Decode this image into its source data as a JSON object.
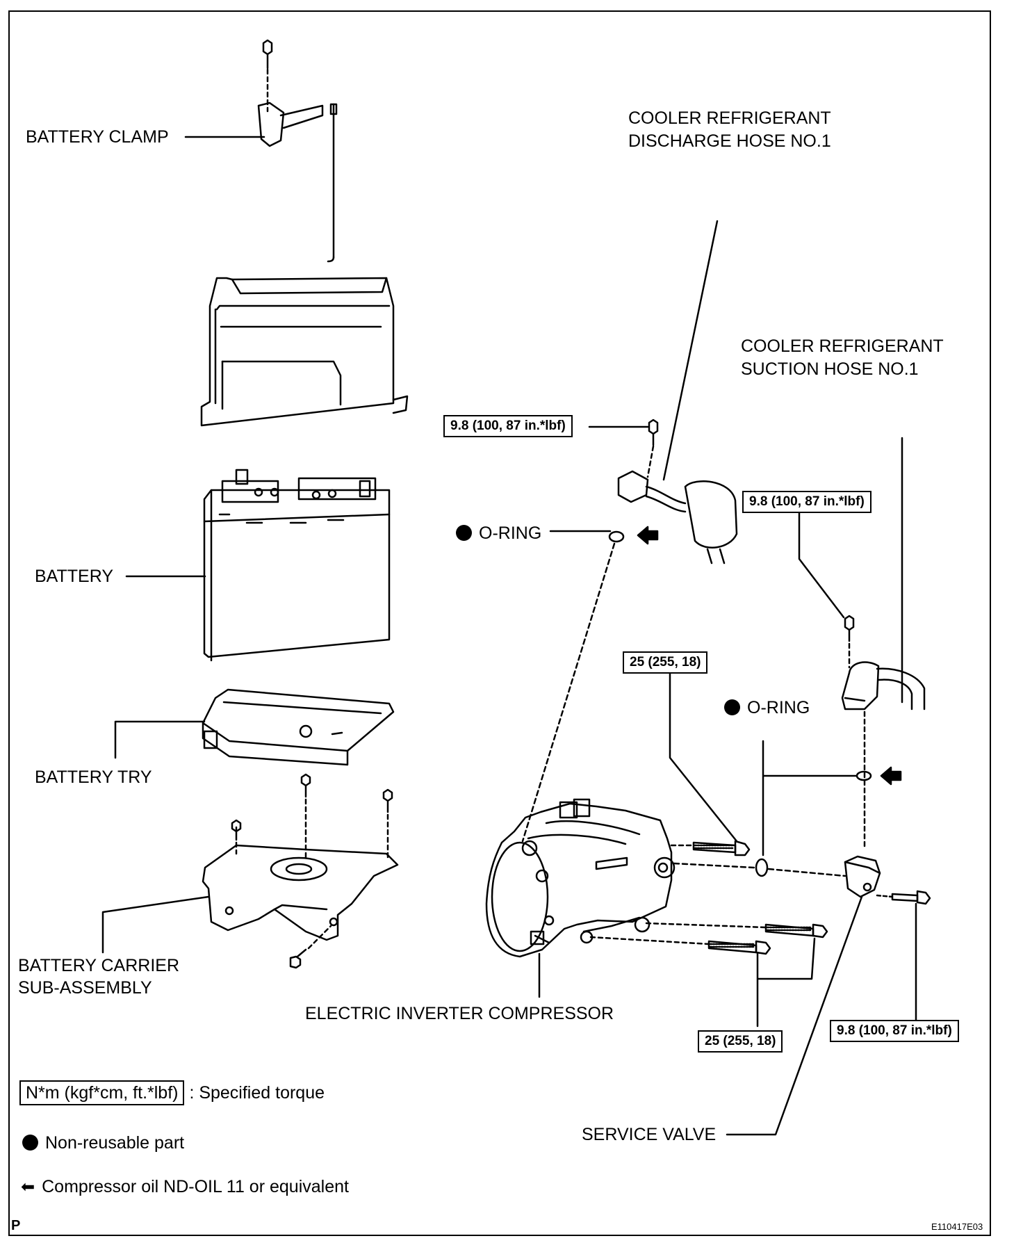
{
  "labels": {
    "battery_clamp": "BATTERY CLAMP",
    "battery": "BATTERY",
    "battery_tray": "BATTERY TRY",
    "battery_carrier_line1": "BATTERY CARRIER",
    "battery_carrier_line2": "SUB-ASSEMBLY",
    "discharge_hose_line1": "COOLER REFRIGERANT",
    "discharge_hose_line2": "DISCHARGE HOSE NO.1",
    "suction_hose_line1": "COOLER REFRIGERANT",
    "suction_hose_line2": "SUCTION HOSE NO.1",
    "o_ring": "O-RING",
    "compressor": "ELECTRIC INVERTER COMPRESSOR",
    "service_valve": "SERVICE VALVE"
  },
  "torques": {
    "discharge_bolt": "9.8 (100, 87 in.*lbf)",
    "suction_bolt": "9.8 (100, 87 in.*lbf)",
    "hose_bolt": "25 (255, 18)",
    "mount_bolts": "25 (255, 18)",
    "service_valve_bolt": "9.8 (100, 87 in.*lbf)"
  },
  "legend": {
    "torque_unit": "N*m (kgf*cm, ft.*lbf)",
    "torque_desc": ": Specified torque",
    "non_reusable": "Non-reusable part",
    "oil_arrow": "⬅",
    "compressor_oil": "Compressor oil ND-OIL 11 or equivalent"
  },
  "footer": {
    "code_left": "P",
    "figure_id": "E110417E03"
  },
  "colors": {
    "ink": "#000000",
    "paper": "#ffffff"
  }
}
